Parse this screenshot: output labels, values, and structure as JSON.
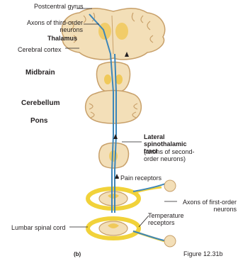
{
  "labels": {
    "postcentral_gyrus": "Postcentral gyrus",
    "axons_third_order": "Axons of third-order neurons",
    "thalamus": "Thalamus",
    "cerebral_cortex": "Cerebral cortex",
    "midbrain": "Midbrain",
    "cerebellum": "Cerebellum",
    "pons": "Pons",
    "lateral_spinothalamic": "Lateral spinothalamic tract",
    "lst_sub": "(axons of second-order neurons)",
    "pain_receptors": "Pain receptors",
    "axons_first_order": "Axons of first-order neurons",
    "temperature_receptors": "Temperature receptors",
    "lumbar_spinal_cord": "Lumbar spinal cord",
    "panel": "(b)",
    "figure": "Figure 12.31b"
  },
  "colors": {
    "tissue": "#f3dfb8",
    "tissue_dark": "#c8a06a",
    "gray_matter": "#f0c95a",
    "pathway": "#3d86b8",
    "spinal_ring": "#f1d23a",
    "leader": "#231f20"
  }
}
